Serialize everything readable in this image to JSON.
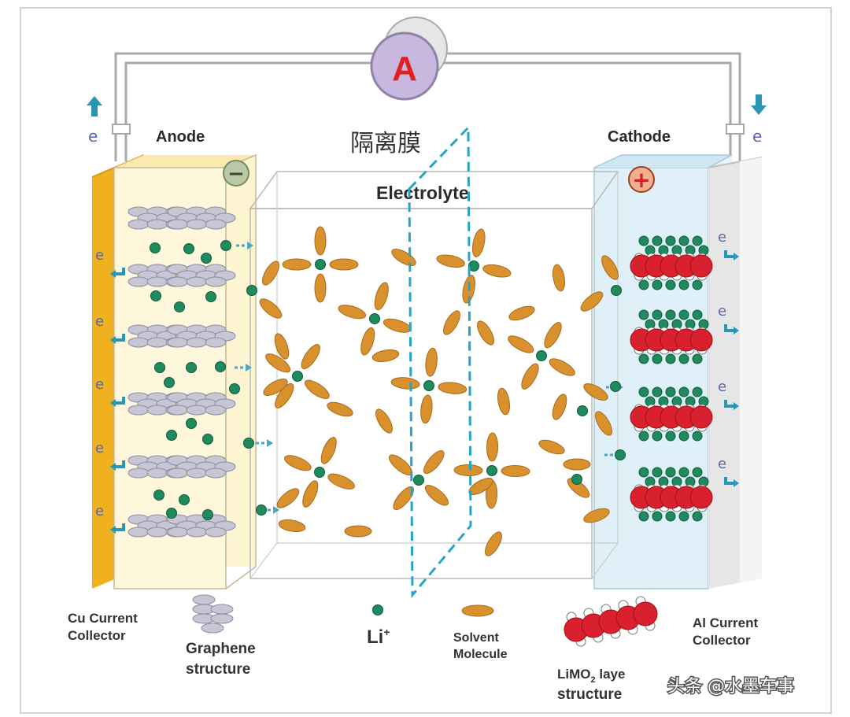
{
  "ammeter": {
    "symbol": "A"
  },
  "electrons": {
    "symbol": "e"
  },
  "labels": {
    "anode": "Anode",
    "cathode": "Cathode",
    "separator": "隔离膜",
    "electrolyte": "Electrolyte",
    "anode_sign": "−",
    "cathode_sign": "+"
  },
  "legend": {
    "cu_collector": [
      "Cu Current",
      "Collector"
    ],
    "graphene": [
      "Graphene",
      "structure"
    ],
    "li_ion": {
      "base": "Li",
      "sup": "+"
    },
    "solvent": [
      "Solvent",
      "Molecule"
    ],
    "limo2": {
      "line1_base": "LiMO",
      "line1_sub": "2",
      "line1_rest": " laye",
      "line2": "structure"
    },
    "al_collector": [
      "Al Current",
      "Collector"
    ]
  },
  "watermark": "头条 @水墨车事",
  "colors": {
    "circuit": "#a9a9a9",
    "anode_panel": "#fdf4d2",
    "cu_collector": "#f0b020",
    "cathode_panel": "#dff0f8",
    "li_ion": "#1f8a5e",
    "solvent": "#d9912e",
    "separator": "#26a4c8",
    "limo2_red": "#d8202e",
    "ammeter_fill": "#c8b8e0",
    "ammeter_text": "#e22020",
    "electron_arrow": "#2a95b5"
  }
}
